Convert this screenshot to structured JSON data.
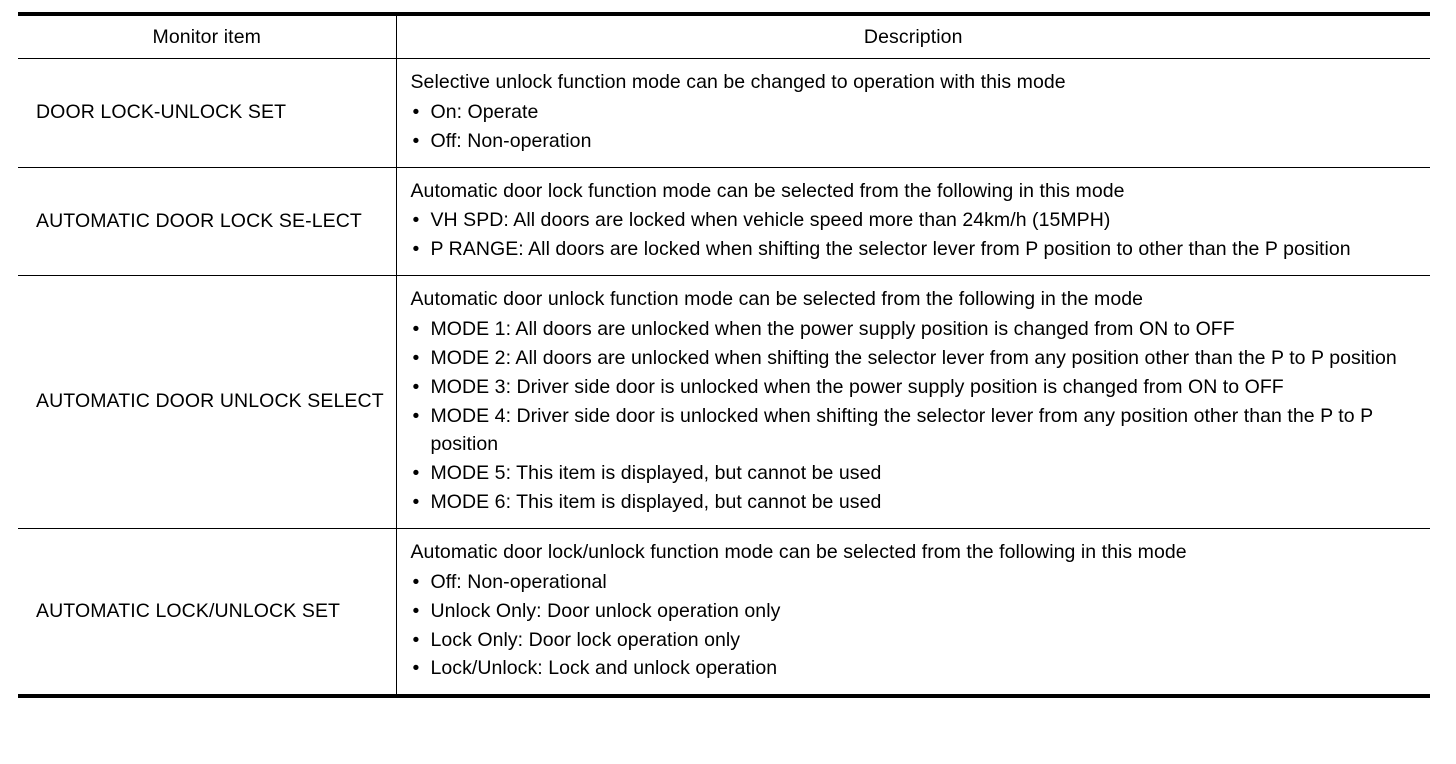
{
  "table": {
    "columns": [
      {
        "key": "monitor_item",
        "label": "Monitor item"
      },
      {
        "key": "description",
        "label": "Description"
      }
    ],
    "bullet_glyph": "•",
    "rows": [
      {
        "item": "DOOR LOCK-UNLOCK SET",
        "lead": "Selective unlock function mode can be changed to operation with this mode",
        "bullets": [
          "On: Operate",
          "Off: Non-operation"
        ]
      },
      {
        "item": "AUTOMATIC DOOR LOCK SE-LECT",
        "lead": "Automatic door lock function mode can be selected from the following in this mode",
        "bullets": [
          "VH SPD: All doors are locked when vehicle speed more than 24km/h (15MPH)",
          "P RANGE: All doors are locked when shifting the selector lever from P position to other than the P position"
        ]
      },
      {
        "item": "AUTOMATIC DOOR UNLOCK SELECT",
        "lead": "Automatic door unlock function mode can be selected from the following in the mode",
        "bullets": [
          "MODE 1: All doors are unlocked when the power supply position is changed from ON to OFF",
          "MODE 2: All doors are unlocked when shifting the selector lever from any position other than the P to P position",
          "MODE 3: Driver side door is unlocked when the power supply position is changed from ON to OFF",
          "MODE 4: Driver side door is unlocked when shifting the selector lever from any position other than the P to P position",
          "MODE 5: This item is displayed, but cannot be used",
          "MODE 6: This item is displayed, but cannot be used"
        ]
      },
      {
        "item": "AUTOMATIC LOCK/UNLOCK SET",
        "lead": "Automatic door lock/unlock function mode can be selected from the following in this mode",
        "bullets": [
          "Off: Non-operational",
          "Unlock Only: Door unlock operation only",
          "Lock Only: Door lock operation only",
          "Lock/Unlock: Lock and unlock operation"
        ]
      }
    ]
  },
  "colors": {
    "text": "#000000",
    "background": "#ffffff",
    "rule": "#000000"
  }
}
